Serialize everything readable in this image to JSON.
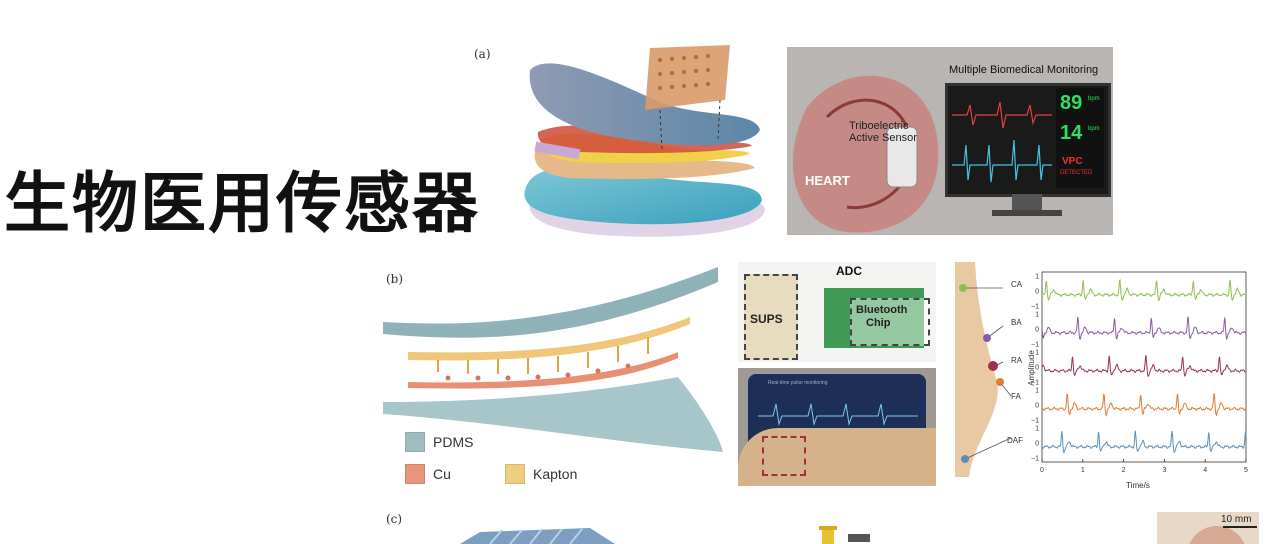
{
  "title": "生物医用传感器",
  "panels": {
    "a": {
      "label": "(a)"
    },
    "b": {
      "label": "(b)"
    },
    "c": {
      "label": "(c)"
    }
  },
  "monitor_image": {
    "heading": "Multiple Biomedical Monitoring",
    "sensor_label_line1": "Triboelectric",
    "sensor_label_line2": "Active Sensor",
    "organ_label": "HEART",
    "readout_1": "89",
    "readout_1_unit": "bpm",
    "readout_2": "14",
    "readout_2_unit": "bpm",
    "readout_3": "VPC",
    "readout_3_sub": "DETECTED"
  },
  "layer_legend": {
    "items": [
      {
        "label": "PDMS",
        "color": "#9fbcc0"
      },
      {
        "label": "Cu",
        "color": "#e8967a"
      },
      {
        "label": "Kapton",
        "color": "#f0cd7e"
      }
    ]
  },
  "device_photo": {
    "sups_label": "SUPS",
    "adc_label": "ADC",
    "bt_label_line1": "Bluetooth",
    "bt_label_line2": "Chip",
    "phone_caption": "Real-time pulse monitoring"
  },
  "pulse_sites": [
    "CA",
    "BA",
    "RA",
    "FA",
    "DAF"
  ],
  "scale_bar": "10 mm",
  "chart_data": {
    "type": "line",
    "xlabel": "Time/s",
    "ylabel": "Amplitude",
    "xlim": [
      0,
      5
    ],
    "xticks": [
      "0",
      "1",
      "2",
      "3",
      "4",
      "5"
    ],
    "yticks": [
      "1",
      "0",
      "−1"
    ],
    "series": [
      {
        "name": "CA",
        "color": "#8dbf4e"
      },
      {
        "name": "BA",
        "color": "#8b5aa6"
      },
      {
        "name": "RA",
        "color": "#a03050"
      },
      {
        "name": "FA",
        "color": "#e07a35"
      },
      {
        "name": "DAF",
        "color": "#5a8fb5"
      }
    ]
  }
}
